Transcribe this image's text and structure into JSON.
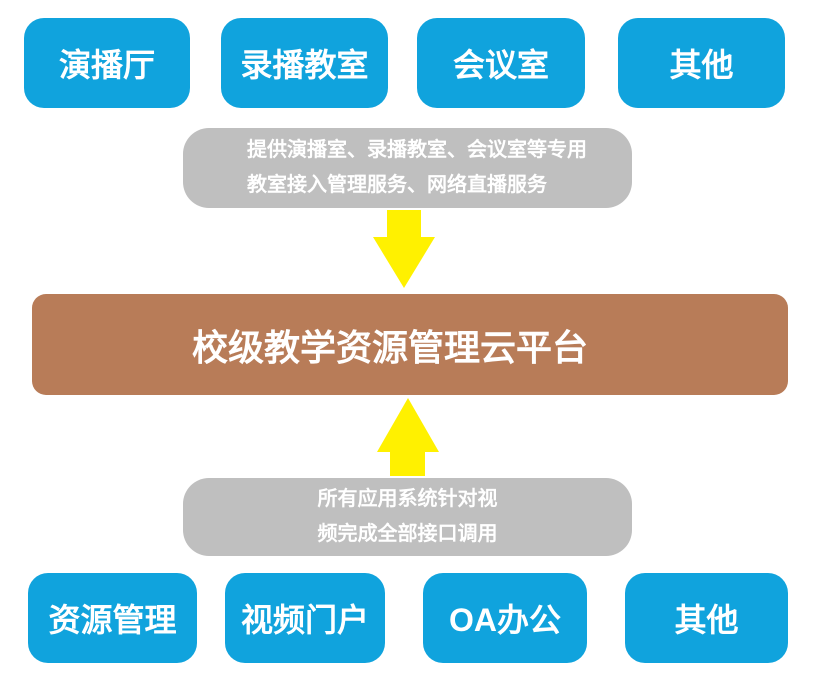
{
  "colors": {
    "blue": "#10A3DD",
    "gray": "#BFBFBF",
    "brown": "#B87C58",
    "yellow": "#FFF100",
    "text": "#FFFFFF",
    "bg": "#FFFFFF"
  },
  "top_row": {
    "items": [
      {
        "label": "演播厅"
      },
      {
        "label": "录播教室"
      },
      {
        "label": "会议室"
      },
      {
        "label": "其他"
      }
    ]
  },
  "top_note": {
    "line1": "提供演播室、录播教室、会议室等专用",
    "line2": "教室接入管理服务、网络直播服务"
  },
  "platform": {
    "title": "校级教学资源管理云平台"
  },
  "bottom_note": {
    "line1": "所有应用系统针对视",
    "line2": "频完成全部接口调用"
  },
  "bottom_row": {
    "items": [
      {
        "label": "资源管理"
      },
      {
        "label": "视频门户"
      },
      {
        "label": "OA办公"
      },
      {
        "label": "其他"
      }
    ]
  },
  "icons": {
    "down_arrow": "down-arrow",
    "up_arrow": "up-arrow"
  }
}
